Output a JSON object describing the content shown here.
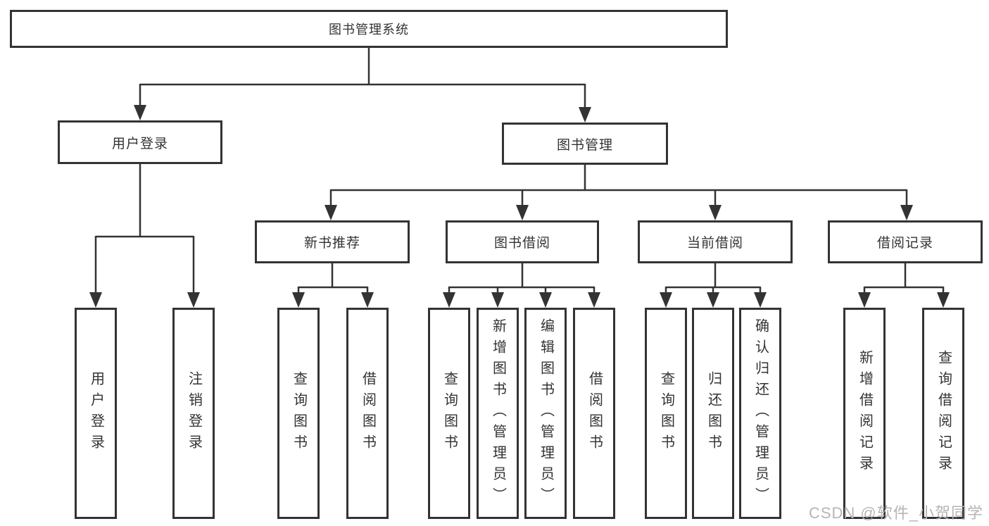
{
  "colors": {
    "line": "#333333",
    "text": "#333333",
    "box_bg": "#ffffff",
    "background": "#ffffff",
    "watermark": "#b5b5b5"
  },
  "tree": {
    "root": {
      "label": "图书管理系统",
      "children": [
        {
          "label": "用户登录",
          "children": [
            {
              "label": "用户登录"
            },
            {
              "label": "注销登录"
            }
          ]
        },
        {
          "label": "图书管理",
          "children": [
            {
              "label": "新书推荐",
              "children": [
                {
                  "label": "查询图书"
                },
                {
                  "label": "借阅图书"
                }
              ]
            },
            {
              "label": "图书借阅",
              "children": [
                {
                  "label": "查询图书"
                },
                {
                  "label": "新增图书（管理员）"
                },
                {
                  "label": "编辑图书（管理员）"
                },
                {
                  "label": "借阅图书"
                }
              ]
            },
            {
              "label": "当前借阅",
              "children": [
                {
                  "label": "查询图书"
                },
                {
                  "label": "归还图书"
                },
                {
                  "label": "确认归还（管理员）"
                }
              ]
            },
            {
              "label": "借阅记录",
              "children": [
                {
                  "label": "新增借阅记录"
                },
                {
                  "label": "查询借阅记录"
                }
              ]
            }
          ]
        }
      ]
    }
  },
  "watermark": "CSDN @软件_小贺同学"
}
